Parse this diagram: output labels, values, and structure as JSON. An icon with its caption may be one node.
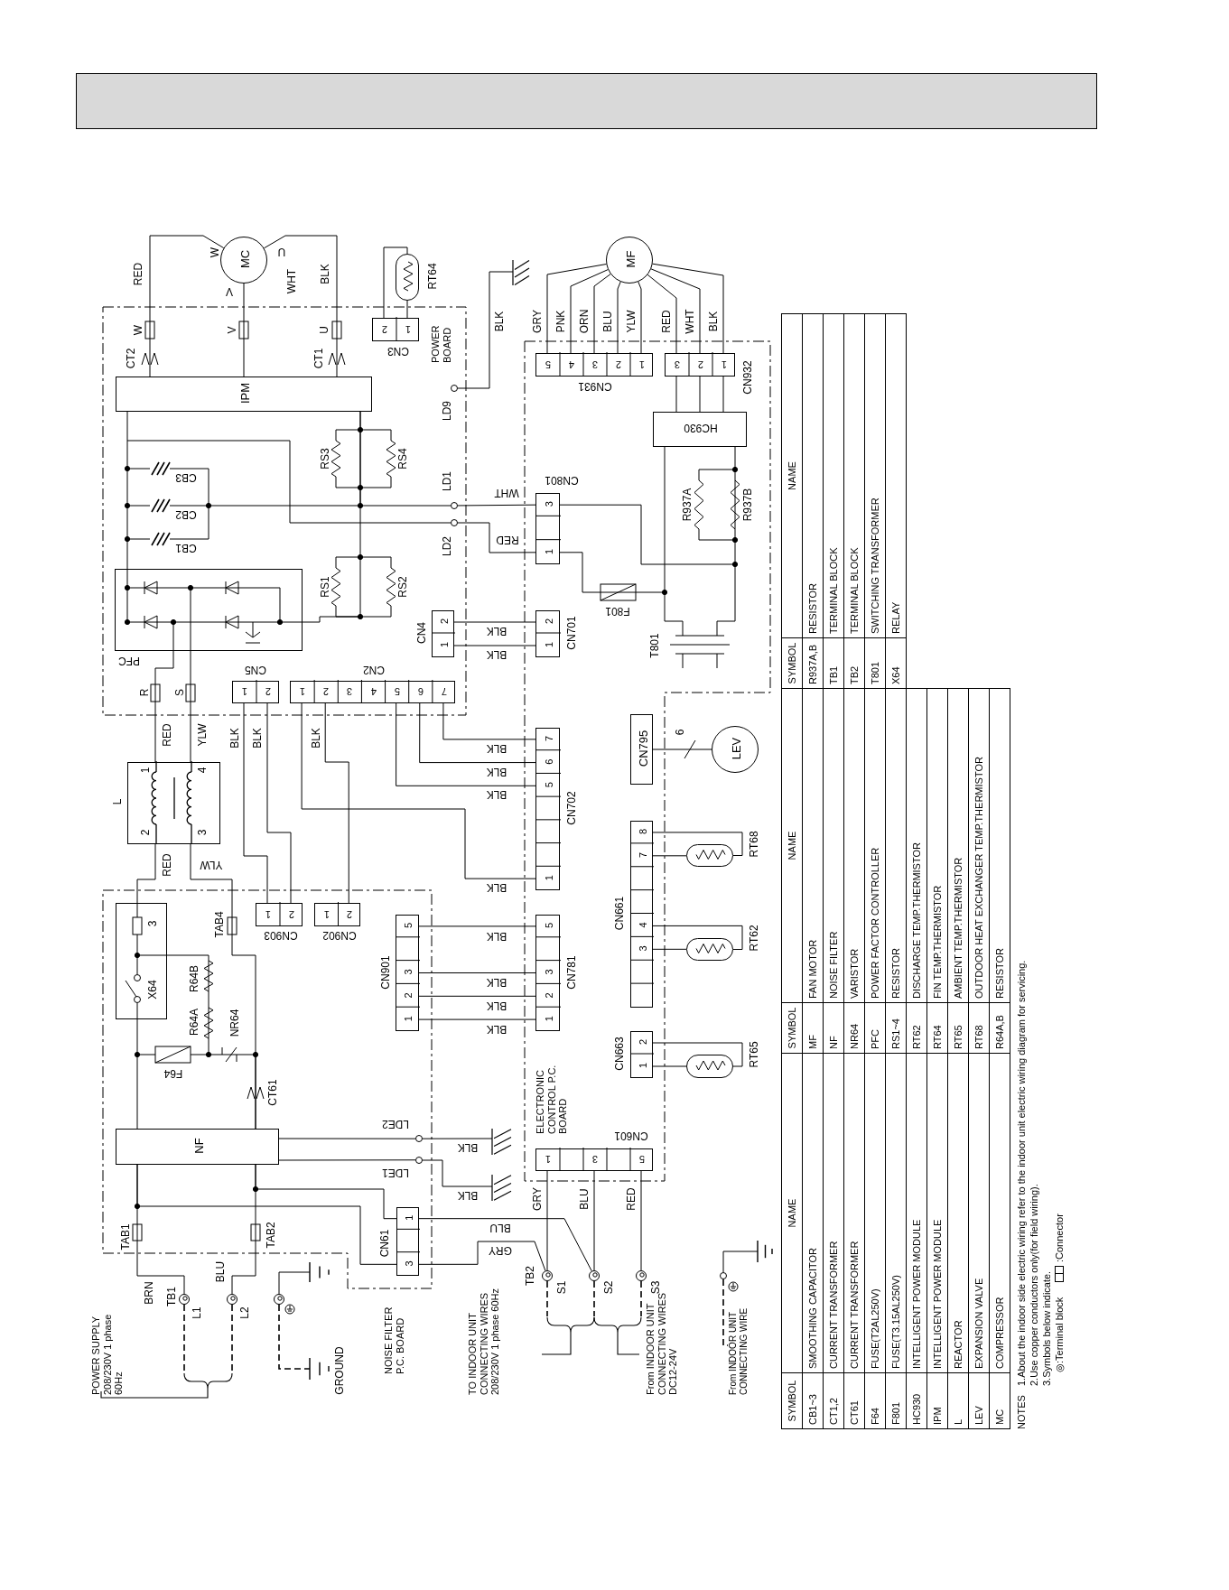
{
  "diagram": {
    "nodes": [
      {
        "text": [
          "POWER BOARD"
        ]
      },
      {
        "text": [
          "MC"
        ]
      },
      {
        "text": [
          "IPM"
        ],
        "in": 0
      },
      {
        "text": [
          "PFC"
        ],
        "in": 0
      },
      {
        "text": [
          "2",
          "1"
        ],
        "beside": [
          "CN3"
        ],
        "in": 0
      },
      {
        "text": [],
        "shape": "thermistor",
        "beside": [
          "RT64"
        ]
      },
      {
        "text": [
          "1",
          "2"
        ],
        "beside": [
          "CN5"
        ],
        "in": 0
      },
      {
        "text": [
          "1",
          "2",
          "3",
          "4",
          "5",
          "6",
          "7"
        ],
        "beside": [
          "CN2"
        ],
        "in": 0
      },
      {
        "text": [
          "2",
          "1"
        ],
        "beside": [
          "CN4"
        ],
        "in": 0
      },
      {
        "text": [],
        "shape": "circle",
        "beside": [
          "LD9"
        ],
        "in": 0
      },
      {
        "text": [],
        "shape": "circle",
        "beside": [
          "LD1"
        ],
        "in": 0
      },
      {
        "text": [],
        "shape": "circle",
        "beside": [
          "LD2"
        ],
        "in": 0
      },
      {
        "text": [],
        "shape": "ground"
      },
      {
        "text": [
          "MF"
        ]
      },
      {
        "text": [
          "ELECTRONIC CONTROL P.C. BOARD"
        ]
      },
      {
        "text": [
          "5",
          "4",
          "3",
          "2",
          "1"
        ],
        "beside": [
          "CN931"
        ],
        "in": 14
      },
      {
        "text": [
          "3",
          "2",
          "1"
        ],
        "beside": [
          "CN932"
        ],
        "in": 14
      },
      {
        "text": [
          "HC930"
        ],
        "in": 14
      },
      {
        "text": [
          "3",
          "1"
        ],
        "beside": [
          "CN801"
        ],
        "in": 14
      },
      {
        "text": [
          "2",
          "1"
        ],
        "beside": [
          "CN701"
        ],
        "in": 14
      },
      {
        "text": [
          "7",
          "6",
          "5",
          "1"
        ],
        "beside": [
          "CN702"
        ],
        "in": 14
      },
      {
        "text": [
          "5",
          "3",
          "2",
          "1"
        ],
        "beside": [
          "CN781"
        ],
        "in": 14
      },
      {
        "text": [
          "CN795"
        ],
        "in": 14
      },
      {
        "text": [
          "LEV"
        ]
      },
      {
        "text": [
          "8",
          "7",
          "4",
          "3"
        ],
        "beside": [
          "CN661"
        ],
        "in": 14
      },
      {
        "text": [
          "2",
          "1"
        ],
        "beside": [
          "CN663"
        ],
        "in": 14
      },
      {
        "text": [],
        "shape": "thermistor",
        "beside": [
          "RT68"
        ]
      },
      {
        "text": [],
        "shape": "thermistor",
        "beside": [
          "RT62"
        ]
      },
      {
        "text": [],
        "shape": "thermistor",
        "beside": [
          "RT65"
        ]
      },
      {
        "text": [
          "1",
          "3",
          "5"
        ],
        "beside": [
          "CN601"
        ],
        "in": 14
      },
      {
        "text": [
          "L",
          "1",
          "4",
          "2",
          "3"
        ]
      },
      {
        "text": [
          "NOISE FILTER P.C. BOARD"
        ]
      },
      {
        "text": [
          "3",
          "X64"
        ],
        "in": 31
      },
      {
        "text": [
          "1",
          "2"
        ],
        "beside": [
          "CN903"
        ],
        "in": 31
      },
      {
        "text": [
          "1",
          "2"
        ],
        "beside": [
          "CN902"
        ],
        "in": 31
      },
      {
        "text": [
          "5",
          "3",
          "2",
          "1"
        ],
        "beside": [
          "CN901"
        ],
        "in": 31
      },
      {
        "text": [
          "NF"
        ],
        "in": 31
      },
      {
        "text": [],
        "shape": "circle",
        "beside": [
          "LDE2"
        ],
        "in": 31
      },
      {
        "text": [],
        "shape": "circle",
        "beside": [
          "LDE1"
        ],
        "in": 31
      },
      {
        "text": [],
        "shape": "ground"
      },
      {
        "text": [],
        "shape": "ground"
      },
      {
        "text": [
          "1",
          "3"
        ],
        "beside": [
          "CN61"
        ],
        "in": 31
      },
      {
        "text": [],
        "shape": "circle",
        "beside": [
          "L1"
        ]
      },
      {
        "text": [],
        "shape": "circle",
        "beside": [
          "L2"
        ]
      },
      {
        "text": [],
        "shape": "circle"
      },
      {
        "text": [],
        "shape": "circle",
        "beside": [
          "S1"
        ]
      },
      {
        "text": [],
        "shape": "circle",
        "beside": [
          "S2"
        ]
      },
      {
        "text": [],
        "shape": "circle",
        "beside": [
          "S3"
        ]
      },
      {
        "text": [],
        "shape": "circle"
      },
      {
        "text": [],
        "shape": "ground",
        "beside": [
          "GROUND"
        ]
      },
      {
        "text": [],
        "shape": "ground"
      },
      {
        "text": [],
        "shape": "ground"
      },
      {
        "text": [],
        "shape": "bracket"
      },
      {
        "text": [],
        "shape": "bracket"
      },
      {
        "text": [],
        "shape": "bracket"
      },
      {
        "text": [
          "From INDOOR UNIT CONNECTING WIRE"
        ]
      }
    ],
    "edges": [
      {
        "from": 1,
        "to": 2,
        "arrow": "none",
        "label": "RED"
      },
      {
        "from": 1,
        "to": 2,
        "arrow": "none",
        "label": "WHT"
      },
      {
        "from": 1,
        "to": 2,
        "arrow": "none",
        "label": "BLK"
      },
      {
        "from": 4,
        "to": 5,
        "arrow": "none"
      },
      {
        "from": 4,
        "to": 5,
        "arrow": "none"
      },
      {
        "from": 2,
        "to": 3,
        "arrow": "none"
      },
      {
        "from": 2,
        "to": 3,
        "arrow": "none"
      },
      {
        "from": 10,
        "to": 2,
        "arrow": "none"
      },
      {
        "from": 11,
        "to": null,
        "arrow": "none"
      },
      {
        "from": 9,
        "to": 12,
        "arrow": "none",
        "label": "BLK"
      },
      {
        "from": 10,
        "to": 18,
        "arrow": "none",
        "label": "WHT"
      },
      {
        "from": 11,
        "to": 18,
        "arrow": "none",
        "label": "RED"
      },
      {
        "from": 13,
        "to": 15,
        "arrow": "none",
        "label": "GRY"
      },
      {
        "from": 13,
        "to": 15,
        "arrow": "none",
        "label": "PNK"
      },
      {
        "from": 13,
        "to": 15,
        "arrow": "none",
        "label": "ORN"
      },
      {
        "from": 13,
        "to": 15,
        "arrow": "none",
        "label": "BLU"
      },
      {
        "from": 13,
        "to": 15,
        "arrow": "none",
        "label": "YLW"
      },
      {
        "from": 13,
        "to": 16,
        "arrow": "none",
        "label": "RED"
      },
      {
        "from": 13,
        "to": 16,
        "arrow": "none",
        "label": "WHT"
      },
      {
        "from": 13,
        "to": 16,
        "arrow": "none",
        "label": "BLK"
      },
      {
        "from": 16,
        "to": 17,
        "arrow": "none"
      },
      {
        "from": 16,
        "to": 17,
        "arrow": "none"
      },
      {
        "from": 16,
        "to": 17,
        "arrow": "none"
      },
      {
        "from": 18,
        "to": 17,
        "arrow": "none"
      },
      {
        "from": 18,
        "to": 17,
        "arrow": "none"
      },
      {
        "from": 8,
        "to": 19,
        "arrow": "none",
        "label": "BLK"
      },
      {
        "from": 8,
        "to": 19,
        "arrow": "none",
        "label": "BLK"
      },
      {
        "from": 6,
        "to": 33,
        "arrow": "none",
        "label": "BLK"
      },
      {
        "from": 6,
        "to": 33,
        "arrow": "none",
        "label": "BLK"
      },
      {
        "from": 7,
        "to": 34,
        "arrow": "none",
        "label": "BLK"
      },
      {
        "from": 7,
        "to": 20,
        "arrow": "none",
        "label": "BLK"
      },
      {
        "from": 7,
        "to": 20,
        "arrow": "none",
        "label": "BLK"
      },
      {
        "from": 7,
        "to": 20,
        "arrow": "none",
        "label": "BLK"
      },
      {
        "from": 7,
        "to": 20,
        "arrow": "none",
        "label": "BLK"
      },
      {
        "from": 35,
        "to": 21,
        "arrow": "none",
        "label": "BLK"
      },
      {
        "from": 35,
        "to": 21,
        "arrow": "none",
        "label": "BLK"
      },
      {
        "from": 35,
        "to": 21,
        "arrow": "none",
        "label": "BLK"
      },
      {
        "from": 35,
        "to": 21,
        "arrow": "none",
        "label": "BLK"
      },
      {
        "from": 22,
        "to": 23,
        "arrow": "none",
        "label": "6"
      },
      {
        "from": 24,
        "to": 26,
        "arrow": "none"
      },
      {
        "from": 24,
        "to": 26,
        "arrow": "none"
      },
      {
        "from": 24,
        "to": 27,
        "arrow": "none"
      },
      {
        "from": 24,
        "to": 27,
        "arrow": "none"
      },
      {
        "from": 25,
        "to": 28,
        "arrow": "none"
      },
      {
        "from": 25,
        "to": 28,
        "arrow": "none"
      },
      {
        "from": 30,
        "to": 3,
        "arrow": "none",
        "label": "RED"
      },
      {
        "from": 30,
        "to": 3,
        "arrow": "none",
        "label": "YLW"
      },
      {
        "from": 30,
        "to": 32,
        "arrow": "none",
        "label": "RED"
      },
      {
        "from": 30,
        "to": 36,
        "arrow": "none",
        "label": "YLW"
      },
      {
        "from": 32,
        "to": 36,
        "arrow": "none"
      },
      {
        "from": 36,
        "to": 37,
        "arrow": "none"
      },
      {
        "from": 36,
        "to": 38,
        "arrow": "none"
      },
      {
        "from": 37,
        "to": 39,
        "arrow": "none",
        "label": "BLK"
      },
      {
        "from": 38,
        "to": 40,
        "arrow": "none",
        "label": "BLK"
      },
      {
        "from": 36,
        "to": 42,
        "arrow": "none",
        "label": "BRN"
      },
      {
        "from": 36,
        "to": 43,
        "arrow": "none",
        "label": "BLU"
      },
      {
        "from": 36,
        "to": 41,
        "arrow": "none"
      },
      {
        "from": 36,
        "to": 41,
        "arrow": "none"
      },
      {
        "from": 41,
        "to": 46,
        "arrow": "none",
        "label": "BLU"
      },
      {
        "from": 41,
        "to": 45,
        "arrow": "none",
        "label": "GRY"
      },
      {
        "from": 29,
        "to": 45,
        "arrow": "none",
        "label": "GRY"
      },
      {
        "from": 29,
        "to": 46,
        "arrow": "none",
        "label": "BLU"
      },
      {
        "from": 29,
        "to": 47,
        "arrow": "none",
        "label": "RED"
      },
      {
        "from": 42,
        "to": 52,
        "arrow": "none",
        "style": "dashed"
      },
      {
        "from": 43,
        "to": 52,
        "arrow": "none",
        "style": "dashed"
      },
      {
        "from": 44,
        "to": 49,
        "arrow": "none",
        "style": "dashed"
      },
      {
        "from": 44,
        "to": 50,
        "arrow": "none"
      },
      {
        "from": 45,
        "to": 53,
        "arrow": "none",
        "style": "dashed"
      },
      {
        "from": 46,
        "to": 53,
        "arrow": "none",
        "style": "dashed"
      },
      {
        "from": 47,
        "to": 54,
        "arrow": "none",
        "style": "dashed"
      },
      {
        "from": 48,
        "to": 55,
        "arrow": "none",
        "style": "dashed"
      },
      {
        "from": 48,
        "to": 51,
        "arrow": "none"
      },
      {
        "from": 32,
        "to": 36,
        "arrow": "none"
      }
    ],
    "labels": [
      "W",
      "V",
      "U",
      "W",
      "V",
      "U",
      "CT2",
      "CT1",
      "RS3",
      "RS4",
      "CB3",
      "CB2",
      "CB1",
      "RS1",
      "RS2",
      "R",
      "S",
      "R937A",
      "R937B",
      "F801",
      "T801",
      "TAB4",
      "R64A",
      "R64B",
      "NR64",
      "F64",
      "CT61",
      "TAB1",
      "TAB2",
      "TB1",
      "TB2",
      "POWER SUPPLY 208/230V 1 phase 60Hz",
      "TO INDOOR UNIT CONNECTING WIRES 208/230V 1 phase 60Hz",
      "From INDOOR UNIT CONNECTING WIRES DC12-24V",
      "SYMBOL",
      "NAME",
      "SYMBOL",
      "NAME",
      "SYMBOL",
      "NAME",
      "CB1~3",
      "SMOOTHING CAPACITOR",
      "MF",
      "FAN MOTOR",
      "R937A,B",
      "RESISTOR",
      "CT1,2",
      "CURRENT TRANSFORMER",
      "NF",
      "NOISE FILTER",
      "TB1",
      "TERMINAL BLOCK",
      "CT61",
      "CURRENT TRANSFORMER",
      "NR64",
      "VARISTOR",
      "TB2",
      "TERMINAL BLOCK",
      "F64",
      "FUSE(T2AL250V)",
      "PFC",
      "POWER FACTOR CONTROLLER",
      "T801",
      "SWITCHING TRANSFORMER",
      "F801",
      "FUSE(T3.15AL250V)",
      "RS1~4",
      "RESISTOR",
      "X64",
      "RELAY",
      "HC930",
      "INTELLIGENT POWER MODULE",
      "RT62",
      "DISCHARGE TEMP.THERMISTOR",
      "IPM",
      "INTELLIGENT POWER MODULE",
      "RT64",
      "FIN TEMP.THERMISTOR",
      "L",
      "REACTOR",
      "RT65",
      "AMBIENT TEMP.THERMISTOR",
      "LEV",
      "EXPANSION VALVE",
      "RT68",
      "OUTDOOR HEAT EXCHANGER TEMP.THERMISTOR",
      "MC",
      "COMPRESSOR",
      "R64A,B",
      "RESISTOR",
      "NOTES",
      "1.About the indoor side electric wiring refer to the indoor unit electric wiring diagram for servicing.",
      "2.Use copper conductors only(for field wiring).",
      "3.Symbols below indicate.",
      "◎:Terminal block",
      ":Connector"
    ]
  }
}
